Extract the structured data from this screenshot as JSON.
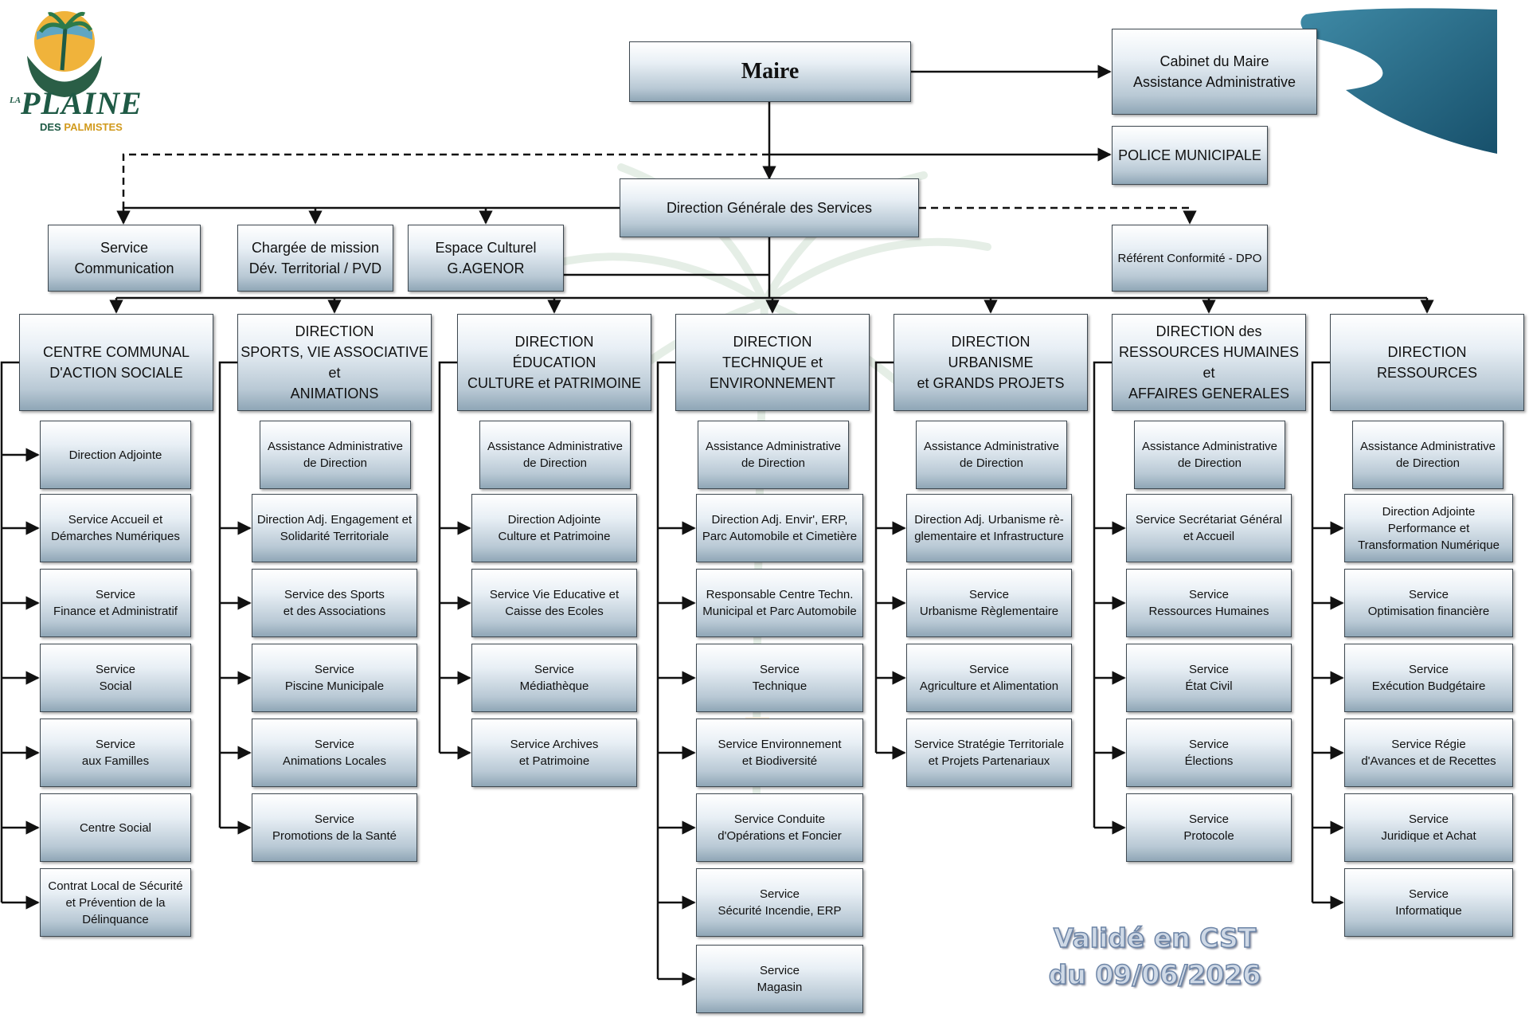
{
  "logo": {
    "prefix": "LA",
    "name": "PLAINE",
    "sub_1": "DES",
    "sub_2": "PALMISTES"
  },
  "validation": {
    "line1": "Validé en CST",
    "line2": "du 09/06/2026"
  },
  "top": {
    "maire": "Maire",
    "cabinet": "Cabinet du Maire\nAssistance Administrative",
    "police": "POLICE MUNICIPALE",
    "dgs": "Direction Générale des Services",
    "dpo": "Référent Conformité - DPO",
    "communication": "Service\nCommunication",
    "chargee_mission": "Chargée de mission\nDév. Territorial / PVD",
    "espace_culturel": "Espace Culturel\nG.AGENOR"
  },
  "directions": [
    {
      "title": "CENTRE COMMUNAL\nD'ACTION SOCIALE",
      "services": [
        "Direction Adjointe",
        "Service Accueil et\nDémarches Numériques",
        "Service\nFinance et Administratif",
        "Service\nSocial",
        "Service\naux Familles",
        "Centre Social",
        "Contrat Local de Sécurité\net Prévention de la\nDélinquance"
      ]
    },
    {
      "title": "DIRECTION\nSPORTS, VIE ASSOCIATIVE et\nANIMATIONS",
      "services": [
        "Assistance Administrative\nde Direction",
        "Direction Adj. Engagement et\nSolidarité Territoriale",
        "Service des Sports\net des Associations",
        "Service\nPiscine Municipale",
        "Service\nAnimations Locales",
        "Service\nPromotions de la Santé"
      ]
    },
    {
      "title": "DIRECTION\nÉDUCATION\nCULTURE et PATRIMOINE",
      "services": [
        "Assistance Administrative\nde Direction",
        "Direction Adjointe\nCulture et Patrimoine",
        "Service Vie Educative et\nCaisse des Ecoles",
        "Service\nMédiathèque",
        "Service Archives\net Patrimoine"
      ]
    },
    {
      "title": "DIRECTION\nTECHNIQUE et\nENVIRONNEMENT",
      "services": [
        "Assistance Administrative\nde Direction",
        "Direction Adj. Envir', ERP,\nParc Automobile et Cimetière",
        "Responsable Centre Techn.\nMunicipal et Parc Automobile",
        "Service\nTechnique",
        "Service Environnement\net Biodiversité",
        "Service Conduite\nd'Opérations et Foncier",
        "Service\nSécurité Incendie, ERP",
        "Service\nMagasin"
      ]
    },
    {
      "title": "DIRECTION\nURBANISME\net GRANDS PROJETS",
      "services": [
        "Assistance Administrative\nde Direction",
        "Direction Adj. Urbanisme rè-\nglementaire et Infrastructure",
        "Service\nUrbanisme Règlementaire",
        "Service\nAgriculture et Alimentation",
        "Service Stratégie Territoriale\net Projets Partenariaux"
      ]
    },
    {
      "title": "DIRECTION des\nRESSOURCES HUMAINES et\nAFFAIRES GENERALES",
      "services": [
        "Assistance Administrative\nde Direction",
        "Service Secrétariat Général\net Accueil",
        "Service\nRessources Humaines",
        "Service\nÉtat Civil",
        "Service\nÉlections",
        "Service\nProtocole"
      ]
    },
    {
      "title": "DIRECTION\nRESSOURCES",
      "services": [
        "Assistance Administrative\nde Direction",
        "Direction Adjointe\nPerformance et\nTransformation Numérique",
        "Service\nOptimisation financière",
        "Service\nExécution Budgétaire",
        "Service Régie\nd'Avances et de Recettes",
        "Service\nJuridique et Achat",
        "Service\nInformatique"
      ]
    }
  ]
}
